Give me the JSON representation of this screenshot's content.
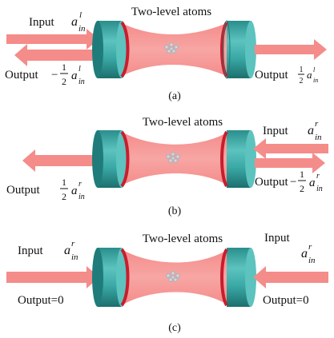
{
  "colors": {
    "beam": "#f48c8a",
    "beam_light": "#f9b9b7",
    "cylinder_face": "#3aa8a5",
    "cylinder_dark": "#1f7c7a",
    "cylinder_highlight": "#7fd3d0",
    "rim": "#c81e2e",
    "atoms": "#b9b9c0",
    "text": "#111111"
  },
  "panels": [
    {
      "caption": "(a)",
      "title": "Two-level atoms",
      "input_label": "Input",
      "input_symbol": "a",
      "input_sup": "l",
      "input_sub": "in",
      "left_output_label": "Output",
      "left_output_coef": "−",
      "left_output_num": "1",
      "left_output_den": "2",
      "left_output_symbol": "a",
      "left_output_sup": "l",
      "left_output_sub": "in",
      "right_output_label": "Output",
      "right_output_num": "1",
      "right_output_den": "2",
      "right_output_symbol": "a",
      "right_output_sup": "l",
      "right_output_sub": "in"
    },
    {
      "caption": "(b)",
      "title": "Two-level atoms",
      "input_label": "Input",
      "input_symbol": "a",
      "input_sup": "r",
      "input_sub": "in",
      "left_output_label": "Output",
      "left_output_num": "1",
      "left_output_den": "2",
      "left_output_symbol": "a",
      "left_output_sup": "r",
      "left_output_sub": "in",
      "right_output_label": "Output",
      "right_output_coef": "−",
      "right_output_num": "1",
      "right_output_den": "2",
      "right_output_symbol": "a",
      "right_output_sup": "r",
      "right_output_sub": "in"
    },
    {
      "caption": "(c)",
      "title": "Two-level atoms",
      "left_input_label": "Input",
      "left_input_symbol": "a",
      "left_input_sup": "r",
      "left_input_sub": "in",
      "right_input_label": "Input",
      "right_input_symbol": "a",
      "right_input_sup": "r",
      "right_input_sub": "in",
      "left_output": "Output=0",
      "right_output": "Output=0"
    }
  ]
}
